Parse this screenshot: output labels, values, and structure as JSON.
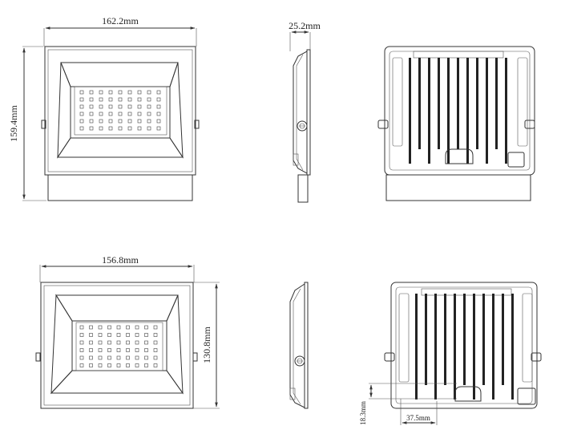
{
  "diagram": {
    "dimensions": {
      "top_width": "162.2mm",
      "top_height": "159.4mm",
      "top_depth": "25.2mm",
      "bottom_width": "156.8mm",
      "bottom_height": "130.8mm",
      "bottom_offset_vertical": "18.3mm",
      "bottom_offset_horizontal": "37.5mm"
    },
    "colors": {
      "line": "#333333",
      "fin": "#222222",
      "background": "#ffffff"
    }
  }
}
